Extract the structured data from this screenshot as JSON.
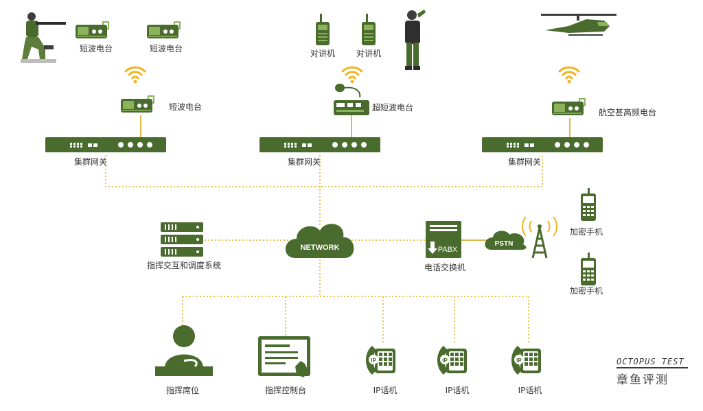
{
  "colors": {
    "primary": "#4a6b2e",
    "dotted_link": "#e8c24a",
    "solid_link": "#e0b84a",
    "wifi": "#f2b21c",
    "text": "#333333"
  },
  "icons": {
    "soldier_kneeling": "soldier-kneeling-icon",
    "soldier_standing": "soldier-standing-icon",
    "helicopter": "helicopter-icon",
    "radio": "radio-icon",
    "walkie_talkie": "walkie-talkie-icon",
    "wifi": "wifi-icon",
    "gateway": "gateway-icon",
    "server": "server-icon",
    "cloud": "cloud-icon",
    "pbx": "pbx-icon",
    "tower": "tower-icon",
    "mobile": "mobile-phone-icon",
    "operator": "operator-icon",
    "console": "console-icon",
    "ip_phone": "ip-phone-icon"
  },
  "top": {
    "hf_radio_1": "短波电台",
    "hf_radio_2": "短波电台",
    "walkie_1": "对讲机",
    "walkie_2": "对讲机"
  },
  "middle": {
    "hf_radio": "短波电台",
    "uhf_radio": "超短波电台",
    "vhf_air_radio": "航空甚高频电台"
  },
  "gateways": [
    "集群网关",
    "集群网关",
    "集群网关"
  ],
  "core": {
    "cloud_label": "NETWORK",
    "command_system": "指挥交互和调度系统",
    "pbx_label": "电话交换机",
    "pbx_box_text": "PABX",
    "pstn_label": "PSTN",
    "mobile_1": "加密手机",
    "mobile_2": "加密手机"
  },
  "bottom": {
    "seat": "指挥席位",
    "console": "指挥控制台",
    "ip_phones": [
      "IP话机",
      "IP话机",
      "IP话机"
    ],
    "ip_badge": "IP"
  },
  "brand": {
    "en": "OCTOPUS TEST",
    "cn": "章鱼评测"
  }
}
